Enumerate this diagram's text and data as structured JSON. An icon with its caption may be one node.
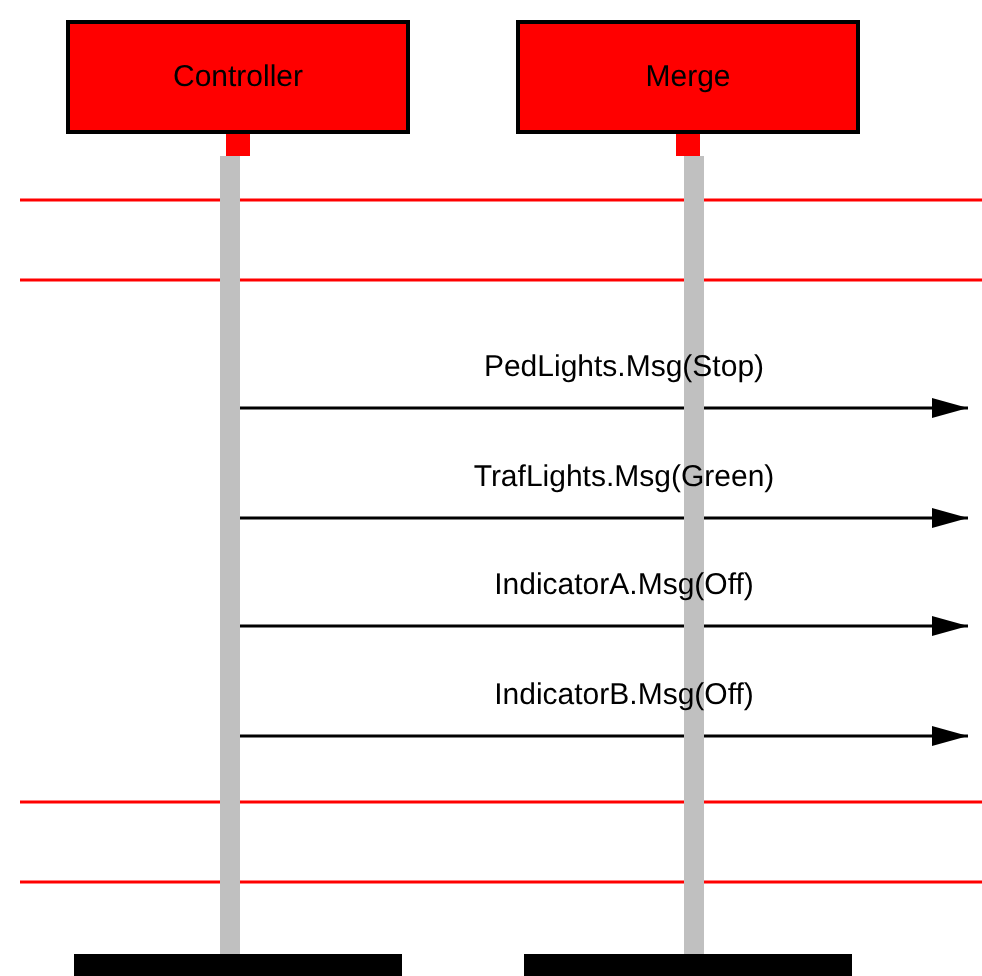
{
  "diagram": {
    "nodes": [
      {
        "text": [
          "Controller"
        ]
      },
      {
        "text": [
          "Merge"
        ]
      },
      {
        "text": [],
        "shape": "bar"
      },
      {
        "text": [],
        "shape": "bar"
      }
    ],
    "edges": [
      {
        "from": 2,
        "to": null,
        "arrow": "to",
        "label": "PedLights.Msg(Stop)"
      },
      {
        "from": 2,
        "to": null,
        "arrow": "to",
        "label": "TrafLights.Msg(Green)"
      },
      {
        "from": 2,
        "to": null,
        "arrow": "to",
        "label": "IndicatorA.Msg(Off)"
      },
      {
        "from": 2,
        "to": null,
        "arrow": "to",
        "label": "IndicatorB.Msg(Off)"
      }
    ]
  }
}
